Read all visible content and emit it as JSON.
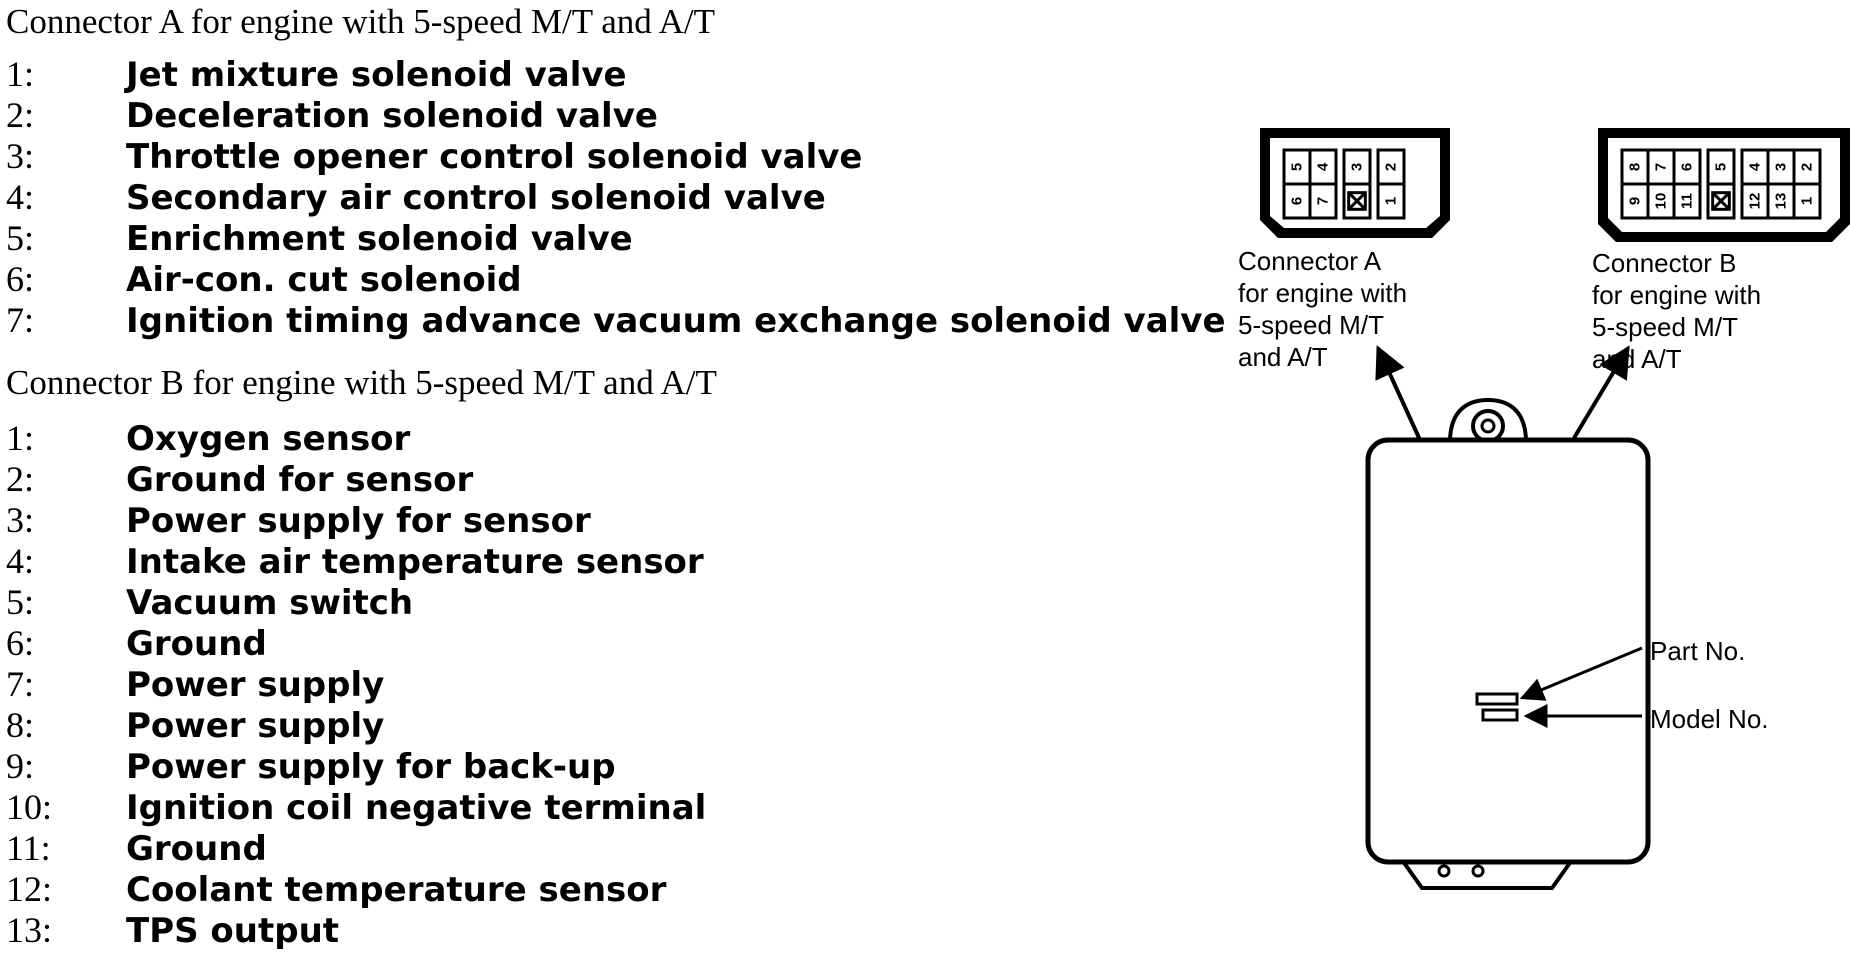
{
  "connector_a": {
    "heading": "Connector A for engine with 5-speed M/T and A/T",
    "pins": [
      {
        "num": "1:",
        "label": "Jet mixture solenoid valve"
      },
      {
        "num": "2:",
        "label": "Deceleration solenoid valve"
      },
      {
        "num": "3:",
        "label": "Throttle opener control solenoid valve"
      },
      {
        "num": "4:",
        "label": "Secondary air control solenoid valve"
      },
      {
        "num": "5:",
        "label": "Enrichment solenoid valve"
      },
      {
        "num": "6:",
        "label": "Air-con. cut solenoid"
      },
      {
        "num": "7:",
        "label": "Ignition timing advance vacuum exchange solenoid valve"
      }
    ]
  },
  "connector_b": {
    "heading": "Connector B for engine with 5-speed M/T and A/T",
    "pins": [
      {
        "num": "1:",
        "label": "Oxygen sensor"
      },
      {
        "num": "2:",
        "label": "Ground for sensor"
      },
      {
        "num": "3:",
        "label": "Power supply for sensor"
      },
      {
        "num": "4:",
        "label": "Intake air temperature sensor"
      },
      {
        "num": "5:",
        "label": "Vacuum switch"
      },
      {
        "num": "6:",
        "label": "Ground"
      },
      {
        "num": "7:",
        "label": "Power supply"
      },
      {
        "num": "8:",
        "label": "Power supply"
      },
      {
        "num": "9:",
        "label": "Power supply for back-up"
      },
      {
        "num": "10:",
        "label": "Ignition coil negative terminal"
      },
      {
        "num": "11:",
        "label": "Ground"
      },
      {
        "num": "12:",
        "label": "Coolant temperature sensor"
      },
      {
        "num": "13:",
        "label": "TPS output"
      }
    ]
  },
  "diagram": {
    "connector_a_caption": [
      "Connector A",
      "for engine with",
      "5-speed M/T",
      "and A/T"
    ],
    "connector_b_caption": [
      "Connector B",
      "for engine with",
      "5-speed M/T",
      "and A/T"
    ],
    "connector_a_pins": {
      "top": [
        "5",
        "4",
        "3",
        "2"
      ],
      "bottom": [
        "6",
        "7",
        "X",
        "1"
      ]
    },
    "connector_b_pins": {
      "top": [
        "8",
        "7",
        "6",
        "5",
        "4",
        "3",
        "2"
      ],
      "bottom": [
        "9",
        "10",
        "11",
        "X",
        "12",
        "13",
        "1"
      ]
    },
    "part_no_label": "Part No.",
    "model_no_label": "Model No."
  }
}
